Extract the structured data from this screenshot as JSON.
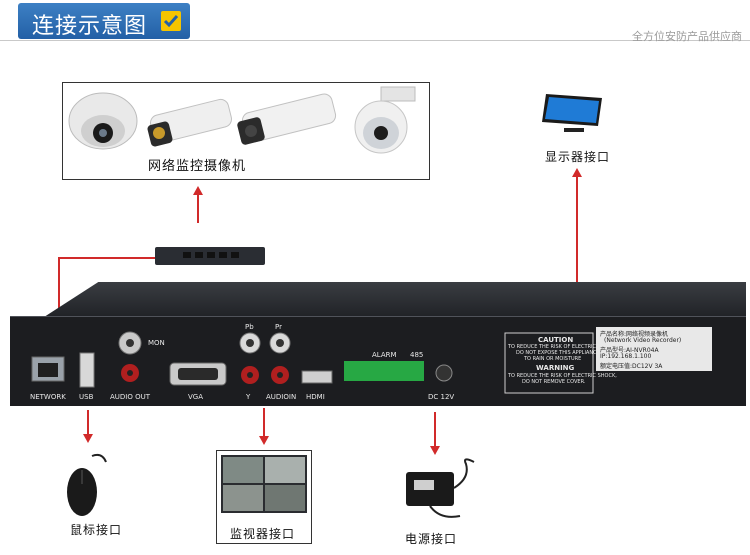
{
  "header": {
    "title": "连接示意图",
    "right_text": "全方位安防产品供应商"
  },
  "labels": {
    "cameras": "网络监控摄像机",
    "display_port": "显示器接口",
    "mouse_port": "鼠标接口",
    "monitor_port": "监视器接口",
    "power_port": "电源接口"
  },
  "nvr": {
    "ports": {
      "network": "NETWORK",
      "usb": "USB",
      "audio_out": "AUDIO OUT",
      "mon": "MON",
      "vga": "VGA",
      "pb": "Pb",
      "pr": "Pr",
      "y": "Y",
      "audio_in": "AUDIOIN",
      "hdmi": "HDMI",
      "alarm": "ALARM",
      "rs485": "485",
      "dc": "DC 12V"
    },
    "caution": {
      "title": "CAUTION",
      "line1": "TO REDUCE THE RISK OF ELECTRIC SHOCK,",
      "line2": "DO NOT EXPOSE THIS APPLIANCE",
      "line3": "TO RAIN OR MOISTURE",
      "warning": "WARNING",
      "w1": "TO REDUCE THE RISK OF ELECTRIC SHOCK,",
      "w2": "DO NOT REMOVE COVER."
    },
    "sticker": {
      "name": "产品名称:网络视频录像机",
      "name_en": "(Network Video Recorder)",
      "model": "产品型号:AI-NVR04A",
      "ip": "IP:192.168.1.100",
      "power": "额定电压值:DC12V 3A"
    }
  },
  "colors": {
    "title_bg": "#2d6fb6",
    "arrow_red": "#d12a2a",
    "check_yellow": "#f5c400"
  }
}
